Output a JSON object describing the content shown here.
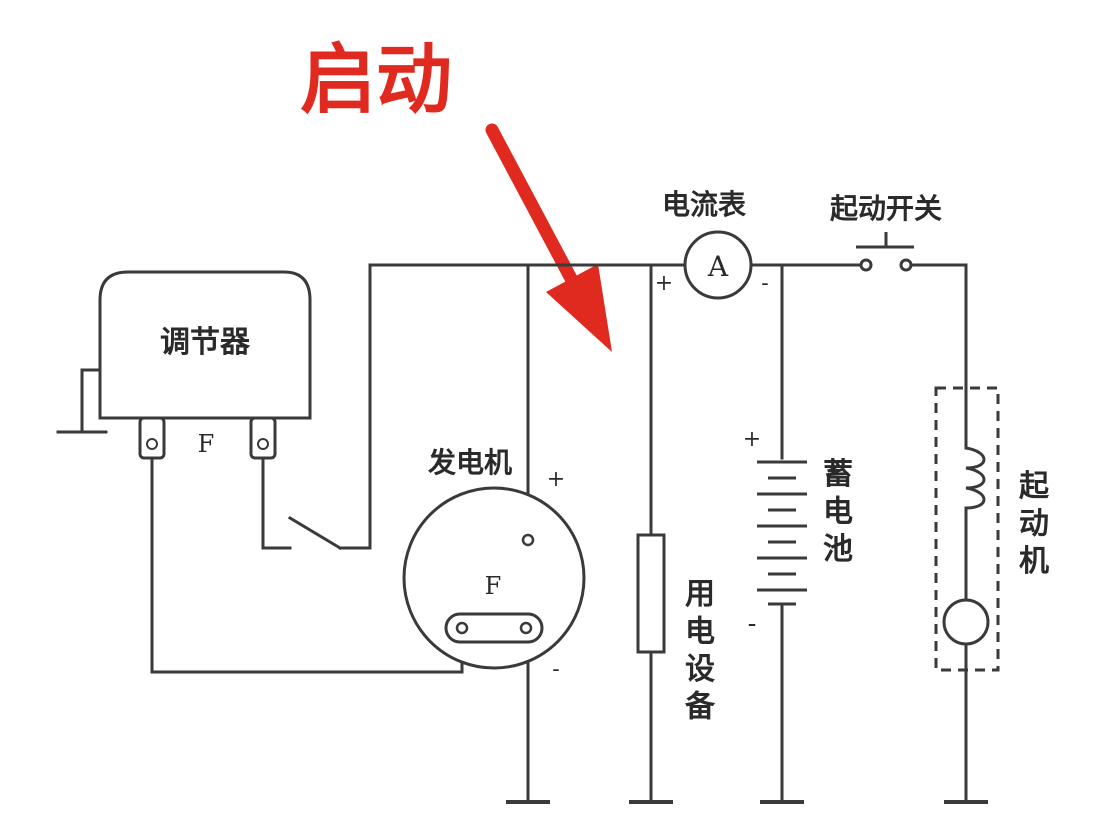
{
  "annotation": {
    "title": "启动",
    "accent_color": "#e02a1f"
  },
  "components": {
    "regulator": {
      "label": "调节器",
      "terminal_label": "F"
    },
    "generator": {
      "label": "发电机",
      "field_label": "F",
      "plus": "+",
      "minus": "-"
    },
    "ammeter": {
      "label": "电流表",
      "symbol": "A",
      "plus": "+",
      "minus": "-"
    },
    "start_switch": {
      "label": "起动开关"
    },
    "battery": {
      "label": "蓄电池",
      "plus": "+",
      "minus": "-"
    },
    "load": {
      "label": "用电设备"
    },
    "starter": {
      "label": "起动机"
    }
  },
  "colors": {
    "line": "#3a3a3a",
    "background": "#ffffff"
  }
}
